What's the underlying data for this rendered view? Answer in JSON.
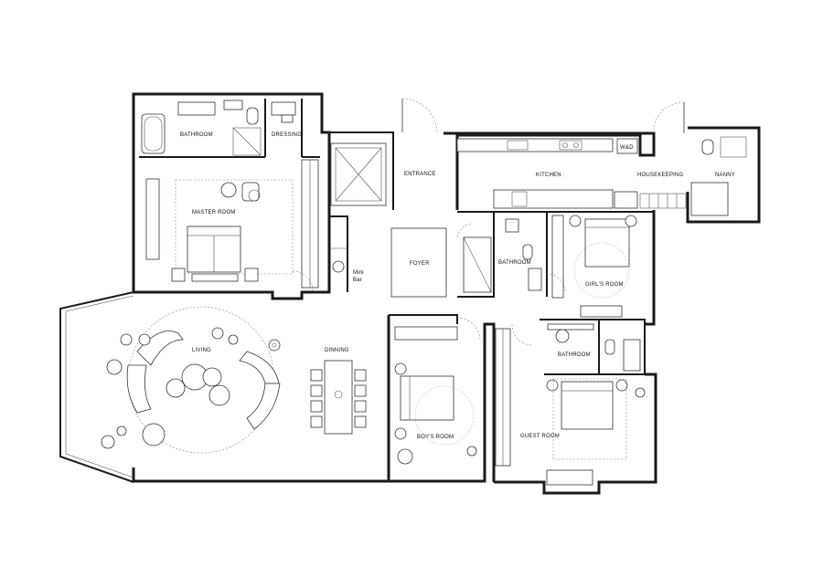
{
  "rooms": {
    "bathroom_master": "BATHROOM",
    "dressing": "DRESSING",
    "master_room": "MASTER ROOM",
    "entrance": "ENTRANCE",
    "kitchen": "KITCHEN",
    "wd": "W&D",
    "housekeeping": "HOUSEKEEPING",
    "nanny": "NANNY",
    "foyer": "FOYER",
    "bathroom_center": "BATHROOM",
    "girls_room": "GIRL'S ROOM",
    "mini_bar_line1": "Mini",
    "mini_bar_line2": "Bar",
    "living": "LIVING",
    "dinning": "DINNING",
    "bathroom_guest": "BATHROOM",
    "boys_room": "BOY'S ROOM",
    "guest_room": "GUEST ROOM"
  }
}
